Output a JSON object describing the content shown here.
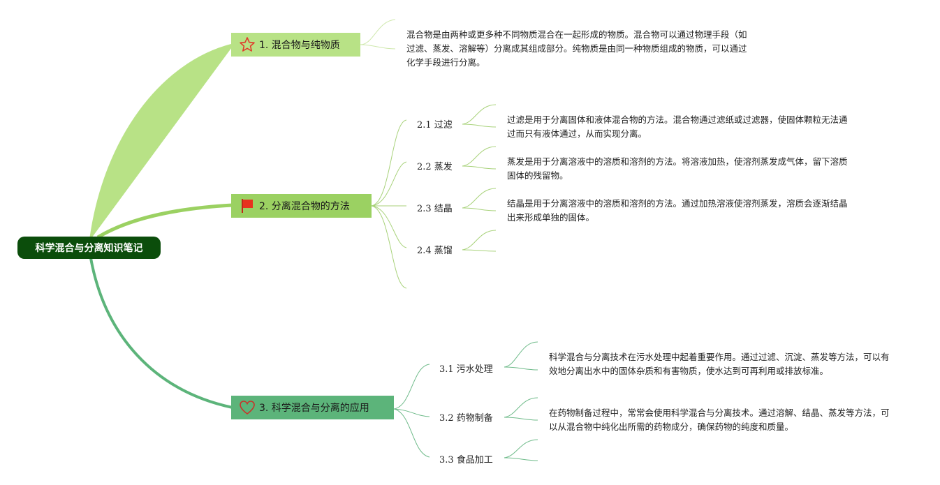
{
  "root": {
    "label": "科学混合与分离知识笔记"
  },
  "topics": [
    {
      "label": "1. 混合物与纯物质",
      "icon": "star-icon",
      "note": "混合物是由两种或更多种不同物质混合在一起形成的物质。混合物可以通过物理手段（如过滤、蒸发、溶解等）分离成其组成部分。纯物质是由同一种物质组成的物质，可以通过化学手段进行分离。"
    },
    {
      "label": "2. 分离混合物的方法",
      "icon": "flag-icon",
      "subtopics": [
        {
          "label": "2.1 过滤",
          "note": "过滤是用于分离固体和液体混合物的方法。混合物通过滤纸或过滤器，使固体颗粒无法通过而只有液体通过，从而实现分离。"
        },
        {
          "label": "2.2 蒸发",
          "note": "蒸发是用于分离溶液中的溶质和溶剂的方法。将溶液加热，使溶剂蒸发成气体，留下溶质固体的残留物。"
        },
        {
          "label": "2.3 结晶",
          "note": "结晶是用于分离溶液中的溶质和溶剂的方法。通过加热溶液使溶剂蒸发，溶质会逐渐结晶出来形成单独的固体。"
        },
        {
          "label": "2.4 蒸馏",
          "note": ""
        }
      ]
    },
    {
      "label": "3. 科学混合与分离的应用",
      "icon": "heart-icon",
      "subtopics": [
        {
          "label": "3.1 污水处理",
          "note": "科学混合与分离技术在污水处理中起着重要作用。通过过滤、沉淀、蒸发等方法，可以有效地分离出水中的固体杂质和有害物质，使水达到可再利用或排放标准。"
        },
        {
          "label": "3.2 药物制备",
          "note": "在药物制备过程中，常常会使用科学混合与分离技术。通过溶解、结晶、蒸发等方法，可以从混合物中纯化出所需的药物成分，确保药物的纯度和质量。"
        },
        {
          "label": "3.3 食品加工",
          "note": ""
        }
      ]
    }
  ],
  "colors": {
    "root": "#0b4d0b",
    "topic1": "#b8e286",
    "topic2": "#9bd162",
    "topic3": "#5cb47a",
    "star": "#e03a2a",
    "flag": "#e8321e",
    "heart": "#c8342a"
  }
}
